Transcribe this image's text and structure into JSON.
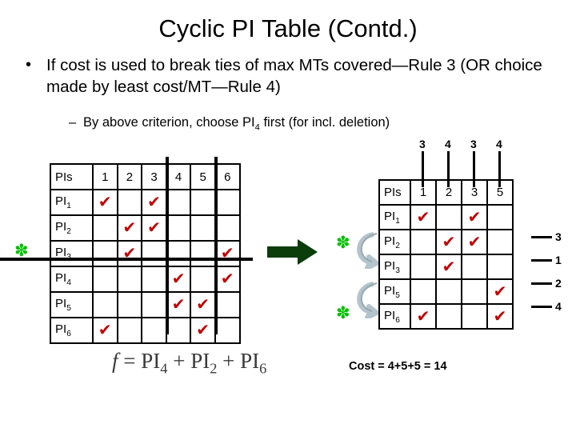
{
  "slide": {
    "title": "Cyclic PI Table (Contd.)",
    "bullets": [
      {
        "marker": "•",
        "text": "If cost is used to break ties of max MTs covered—Rule 3 (OR choice made by least cost/MT—Rule 4)"
      },
      {
        "marker": "–",
        "text_before": "By above criterion, choose PI",
        "sub": "4",
        "text_after": " first (for incl. deletion)"
      }
    ]
  },
  "left_table": {
    "name": "original-pi-table",
    "corner_label": "PIs",
    "columns": [
      "1",
      "2",
      "3",
      "4",
      "5",
      "6"
    ],
    "rows": [
      {
        "label": "PI",
        "sub": "1",
        "checks": [
          "1",
          "3"
        ]
      },
      {
        "label": "PI",
        "sub": "2",
        "checks": [
          "2",
          "3"
        ]
      },
      {
        "label": "PI",
        "sub": "3",
        "checks": [
          "2",
          "6"
        ]
      },
      {
        "label": "PI",
        "sub": "4",
        "checks": [
          "4",
          "6"
        ]
      },
      {
        "label": "PI",
        "sub": "5",
        "checks": [
          "4",
          "5"
        ]
      },
      {
        "label": "PI",
        "sub": "6",
        "checks": [
          "1",
          "5"
        ]
      }
    ],
    "check_glyph": "✔",
    "struck_columns": [
      "4",
      "6"
    ],
    "struck_rows": [
      "PI4"
    ],
    "marker_star": "✽"
  },
  "right_table": {
    "name": "reduced-pi-table",
    "corner_label": "PIs",
    "columns": [
      "1",
      "2",
      "3",
      "5"
    ],
    "rows": [
      {
        "label": "PI",
        "sub": "1",
        "checks": [
          "1",
          "3"
        ]
      },
      {
        "label": "PI",
        "sub": "2",
        "checks": [
          "2",
          "3"
        ]
      },
      {
        "label": "PI",
        "sub": "3",
        "checks": [
          "2"
        ]
      },
      {
        "label": "PI",
        "sub": "5",
        "checks": [
          "5"
        ]
      },
      {
        "label": "PI",
        "sub": "6",
        "checks": [
          "1",
          "5"
        ]
      }
    ],
    "check_glyph": "✔",
    "column_costs": [
      "3",
      "4",
      "3",
      "4"
    ],
    "row_costs": [
      "3",
      "1",
      "2",
      "4"
    ],
    "row_cost_targets": [
      "PI2",
      "PI3",
      "PI5",
      "PI6"
    ],
    "marker_star": "✽"
  },
  "formula": {
    "lhs": "f",
    "eq": " = ",
    "terms": [
      {
        "base": "PI",
        "sub": "4"
      },
      {
        "base": "PI",
        "sub": "2"
      },
      {
        "base": "PI",
        "sub": "6"
      }
    ],
    "plus": " + "
  },
  "cost_caption": "Cost = 4+5+5 = 14",
  "colors": {
    "check_red": "#c00000",
    "star_green": "#00c000",
    "arrow_green": "#0a3d0a",
    "curve_gray": "#b4c4cc",
    "grid_black": "#000000"
  }
}
